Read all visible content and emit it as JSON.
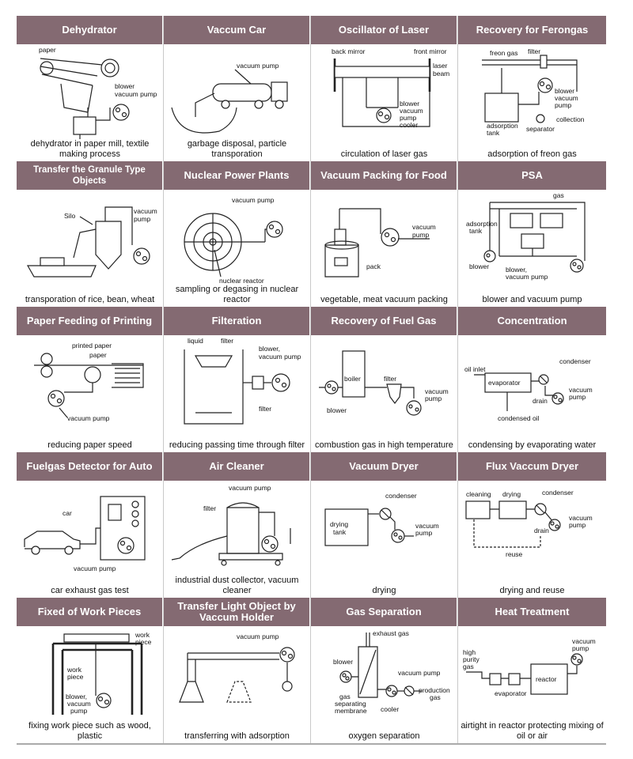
{
  "cells": [
    {
      "title": "Dehydrator",
      "caption": "dehydrator in paper mill, textile making process",
      "labels": [
        "paper",
        "blower",
        "vacuum pump"
      ]
    },
    {
      "title": "Vaccum Car",
      "caption": "garbage disposal, particle transporation",
      "labels": [
        "vacuum pump"
      ]
    },
    {
      "title": "Oscillator of Laser",
      "caption": "circulation of laser gas",
      "labels": [
        "back mirror",
        "front mirror",
        "laser",
        "beam",
        "blower",
        "vacuum",
        "pump",
        "cooler"
      ]
    },
    {
      "title": "Recovery for Ferongas",
      "caption": "adsorption of freon gas",
      "labels": [
        "freon gas",
        "filter",
        "blower",
        "vacuum",
        "pump",
        "adsorption",
        "tank",
        "collection",
        "separator"
      ]
    },
    {
      "title": "Transfer the Granule Type Objects",
      "caption": "transporation of rice, bean, wheat",
      "labels": [
        "Silo",
        "vacuum",
        "pump"
      ]
    },
    {
      "title": "Nuclear Power Plants",
      "caption": "sampling or degasing in nuclear reactor",
      "labels": [
        "vacuum pump",
        "nuclear reactor"
      ]
    },
    {
      "title": "Vacuum Packing for Food",
      "caption": "vegetable, meat vacuum packing",
      "labels": [
        "vacuum",
        "pump",
        "pack"
      ]
    },
    {
      "title": "PSA",
      "caption": "blower and vacuum pump",
      "labels": [
        "gas",
        "adsorption",
        "tank",
        "blower",
        "blower,",
        "vacuum pump"
      ]
    },
    {
      "title": "Paper Feeding of Printing",
      "caption": "reducing paper speed",
      "labels": [
        "printed paper",
        "paper",
        "vacuum pump"
      ]
    },
    {
      "title": "Filteration",
      "caption": "reducing passing time through filter",
      "labels": [
        "liquid",
        "filter",
        "blower,",
        "vacuum pump",
        "filter"
      ]
    },
    {
      "title": "Recovery of Fuel Gas",
      "caption": "combustion gas in high temperature",
      "labels": [
        "boiler",
        "filter",
        "vacuum",
        "pump",
        "blower"
      ]
    },
    {
      "title": "Concentration",
      "caption": "condensing by evaporating water",
      "labels": [
        "oil inlet",
        "condenser",
        "evaporator",
        "vacuum",
        "pump",
        "drain",
        "condensed oil"
      ]
    },
    {
      "title": "Fuelgas Detector for Auto",
      "caption": "car exhaust gas test",
      "labels": [
        "car",
        "vacuum pump"
      ]
    },
    {
      "title": "Air Cleaner",
      "caption": "industrial dust collector, vacuum cleaner",
      "labels": [
        "vacuum pump",
        "filter"
      ]
    },
    {
      "title": "Vacuum Dryer",
      "caption": "drying",
      "labels": [
        "condenser",
        "drying",
        "tank",
        "vacuum",
        "pump"
      ]
    },
    {
      "title": "Flux Vaccum Dryer",
      "caption": "drying and reuse",
      "labels": [
        "cleaning",
        "drying",
        "condenser",
        "vacuum",
        "pump",
        "drain",
        "reuse"
      ]
    },
    {
      "title": "Fixed of Work Pieces",
      "caption": "fixing work piece such as wood, plastic",
      "labels": [
        "work",
        "piece",
        "work",
        "piece",
        "blower,",
        "vacuum",
        "pump"
      ]
    },
    {
      "title": "Transfer Light Object by Vaccum Holder",
      "caption": "transferring with adsorption",
      "labels": [
        "vacuum pump"
      ]
    },
    {
      "title": "Gas Separation",
      "caption": "oxygen separation",
      "labels": [
        "exhaust gas",
        "blower",
        "vacuum pump",
        "production",
        "gas",
        "gas",
        "separating",
        "membrane",
        "cooler"
      ]
    },
    {
      "title": "Heat Treatment",
      "caption": "airtight in reactor protecting mixing of oil or air",
      "labels": [
        "high",
        "purity",
        "gas",
        "vacuum",
        "pump",
        "reactor",
        "evaporator"
      ]
    }
  ]
}
